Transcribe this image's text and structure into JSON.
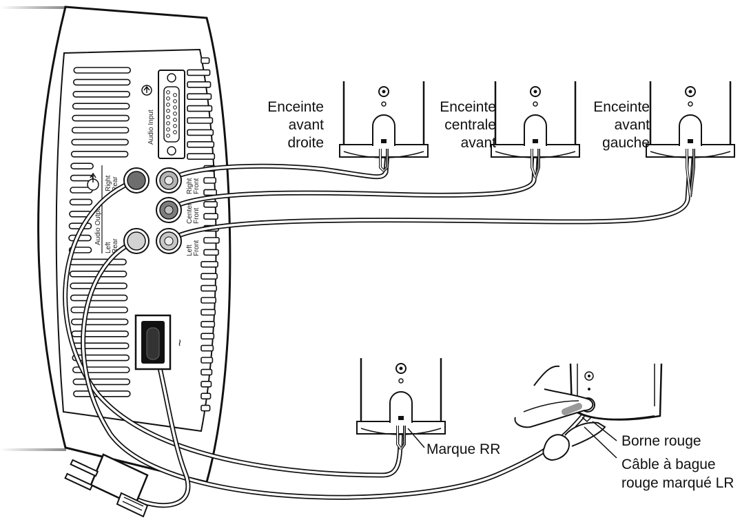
{
  "panel": {
    "audio_input": "Audio Input",
    "audio_output": "Audio Output",
    "jacks": {
      "right_rear": [
        "Right",
        "Rear"
      ],
      "right_front": [
        "Right",
        "Front"
      ],
      "center_front": [
        "Center",
        "Front"
      ],
      "left_rear": [
        "Left",
        "Rear"
      ],
      "left_front": [
        "Left",
        "Front"
      ]
    },
    "ac_symbol": "~"
  },
  "speakers": {
    "right_front": [
      "Enceinte",
      "avant",
      "droite"
    ],
    "center_front": [
      "Enceinte",
      "centrale",
      "avant"
    ],
    "left_front": [
      "Enceinte",
      "avant",
      "gauche"
    ]
  },
  "callouts": {
    "rr_mark": "Marque RR",
    "red_terminal": "Borne rouge",
    "lr_cable": [
      "Câble à bague",
      "rouge marqué LR"
    ]
  },
  "colors": {
    "line": "#111111",
    "jack_dark": "#6e6e6e",
    "jack_mid": "#9a9a9a",
    "jack_light": "#d2d2d2"
  }
}
